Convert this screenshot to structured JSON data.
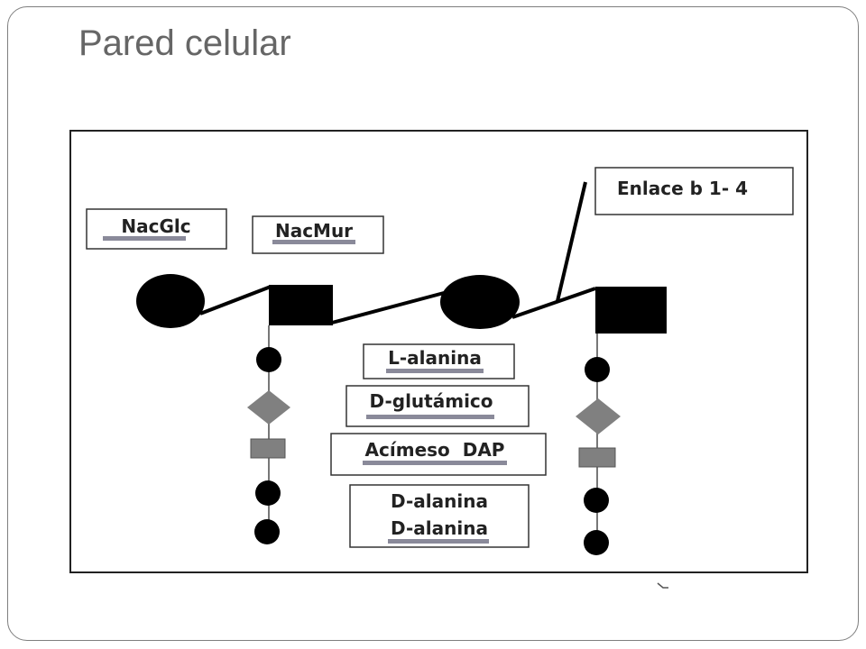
{
  "title": "Pared celular",
  "labels": {
    "nacglc": "NacGlc",
    "nacmur": "NacMur",
    "enlace": "Enlace b 1- 4",
    "l_alanina": "L-alanina",
    "d_glutamico": "D-glutámico",
    "acimeso_dap": "Acímeso  DAP",
    "d_alanina_1": "D-alanina",
    "d_alanina_2": "D-alanina"
  },
  "colors": {
    "sugar": "#000000",
    "link": "#000000",
    "diamond": "#808080",
    "rect_unit": "#808080",
    "underline": "#8a8a9a",
    "slide_border": "#7f7f7f",
    "title": "#666666"
  }
}
